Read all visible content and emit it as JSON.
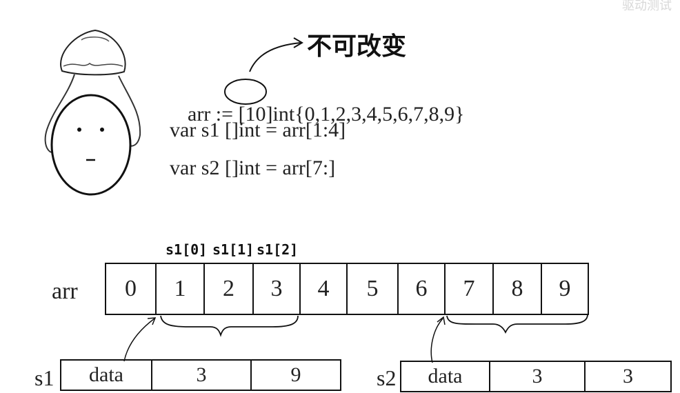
{
  "watermark": "驱动测试",
  "note_label": "不可改变",
  "code": {
    "line1_prefix": "arr := ",
    "line1_len": "[10]",
    "line1_suffix": "int{0,1,2,3,4,5,6,7,8,9}",
    "line2": "var s1 []int = arr[1:4]",
    "line3": "var s2 []int = arr[7:]"
  },
  "array": {
    "label": "arr",
    "cells": [
      "0",
      "1",
      "2",
      "3",
      "4",
      "5",
      "6",
      "7",
      "8",
      "9"
    ]
  },
  "s1_index_labels": [
    "s1[0]",
    "s1[1]",
    "s1[2]"
  ],
  "s1": {
    "label": "s1",
    "data": "data",
    "len": "3",
    "cap": "9"
  },
  "s2": {
    "label": "s2",
    "data": "data",
    "len": "3",
    "cap": "3"
  },
  "colors": {
    "ink": "#111111",
    "background": "#ffffff"
  }
}
